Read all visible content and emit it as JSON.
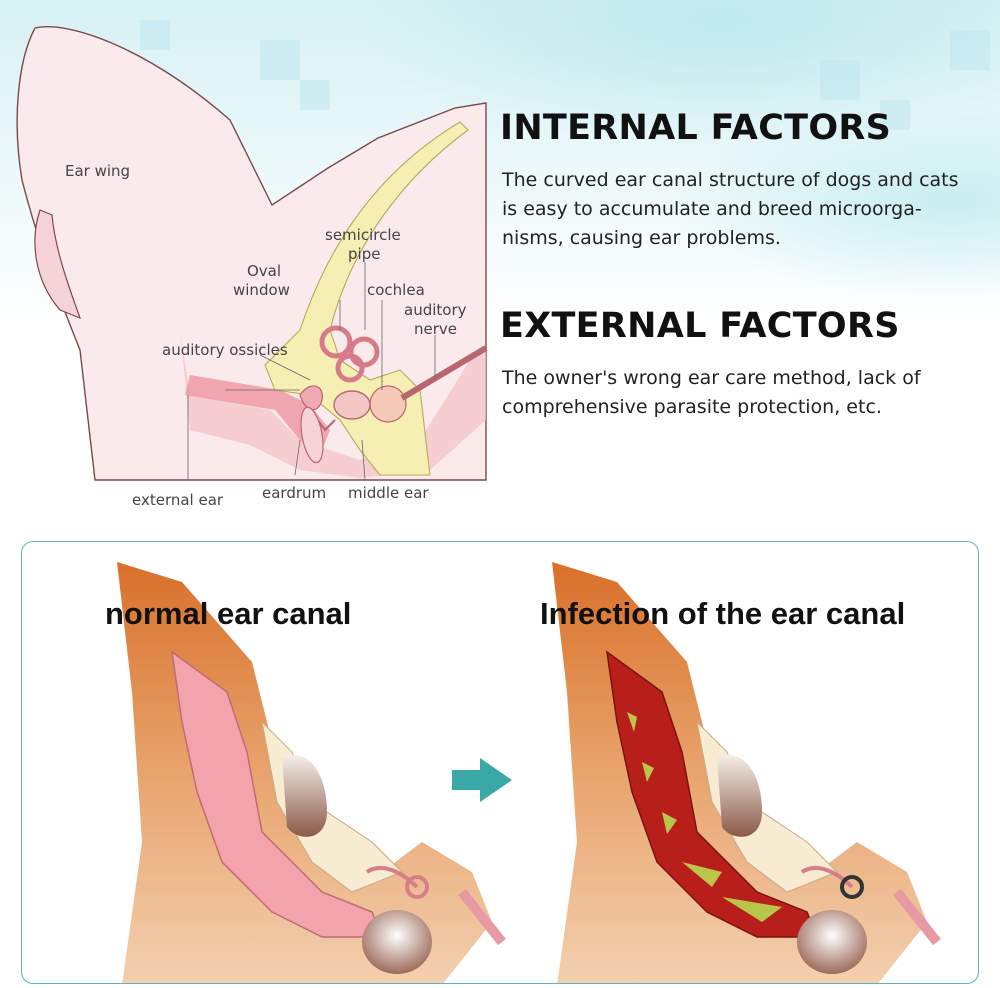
{
  "anatomy": {
    "labels": {
      "ear_wing": "Ear wing",
      "semicircle": "semicircle",
      "pipe": "pipe",
      "oval": "Oval",
      "window": "window",
      "cochlea": "cochlea",
      "auditory": "auditory",
      "nerve": "nerve",
      "auditory_ossicles": "auditory ossicles",
      "external_ear": "external ear",
      "eardrum": "eardrum",
      "middle_ear": "middle ear"
    }
  },
  "internal": {
    "heading": "INTERNAL FACTORS",
    "lines": [
      "The curved ear canal structure of dogs and cats",
      "is easy to accumulate and breed microorga-",
      "nisms, causing ear problems."
    ]
  },
  "external": {
    "heading": "EXTERNAL FACTORS",
    "lines": [
      "The owner's wrong ear care method, lack of",
      "comprehensive parasite protection, etc."
    ]
  },
  "comparison": {
    "normal_title": "normal ear canal",
    "infection_title": "Infection of the ear canal",
    "accent_color": "#5bb9bb",
    "arrow_icon": "right-arrow-icon"
  }
}
